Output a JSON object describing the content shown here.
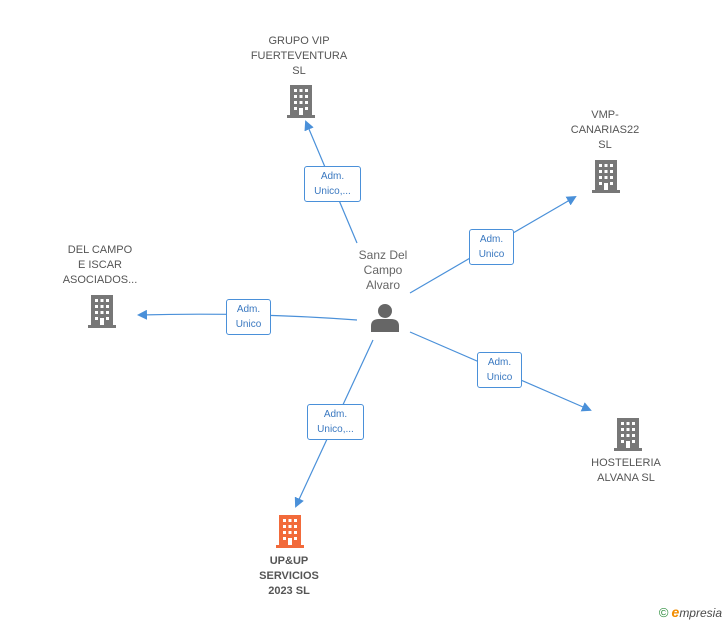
{
  "colors": {
    "edge": "#4a90d9",
    "building": "#777777",
    "building_highlight": "#f26a3a",
    "person": "#666666"
  },
  "center": {
    "name": "Sanz Del\nCampo\nAlvaro",
    "icon": "person-icon"
  },
  "companies": [
    {
      "id": "grupo-vip",
      "name": "GRUPO VIP\nFUERTEVENTURA\nSL",
      "relation": "Adm.\nUnico,...",
      "icon": "building-icon",
      "highlight": false
    },
    {
      "id": "vmp-canarias",
      "name": "VMP-\nCANARIAS22\nSL",
      "relation": "Adm.\nUnico",
      "icon": "building-icon",
      "highlight": false
    },
    {
      "id": "del-campo",
      "name": "DEL CAMPO\nE ISCAR\nASOCIADOS...",
      "relation": "Adm.\nUnico",
      "icon": "building-icon",
      "highlight": false
    },
    {
      "id": "hosteleria-alvana",
      "name": "HOSTELERIA\nALVANA SL",
      "relation": "Adm.\nUnico",
      "icon": "building-icon",
      "highlight": false
    },
    {
      "id": "upup-servicios",
      "name": "UP&UP\nSERVICIOS\n2023  SL",
      "relation": "Adm.\nUnico,...",
      "icon": "building-icon",
      "highlight": true
    }
  ],
  "footer": {
    "copyright_symbol": "©",
    "brand_initial": "e",
    "brand_rest": "mpresia"
  }
}
